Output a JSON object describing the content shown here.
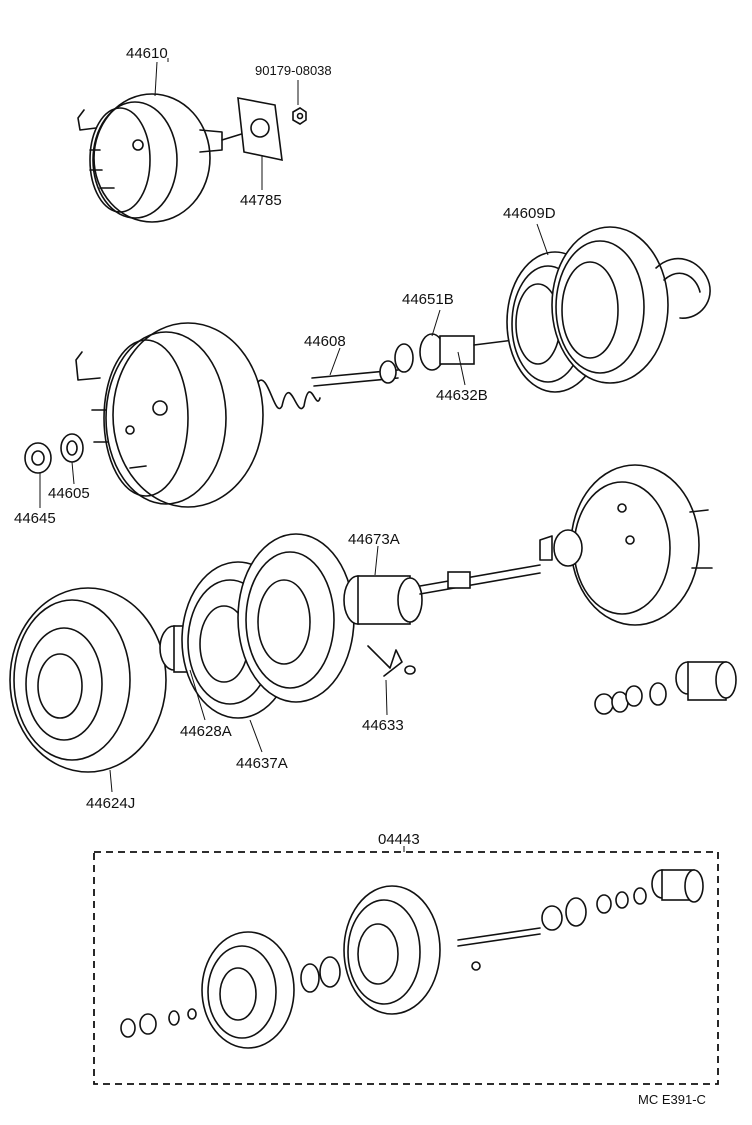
{
  "diagram": {
    "parts": {
      "p44610": "44610",
      "p90179": "90179-08038",
      "p44785": "44785",
      "p44609D": "44609D",
      "p44651B": "44651B",
      "p44608": "44608",
      "p44632B": "44632B",
      "p44605": "44605",
      "p44645": "44645",
      "p44673A": "44673A",
      "p44628A": "44628A",
      "p44637A": "44637A",
      "p44633": "44633",
      "p44624J": "44624J",
      "p04443": "04443"
    },
    "footer_code": "MC  E391-C"
  }
}
